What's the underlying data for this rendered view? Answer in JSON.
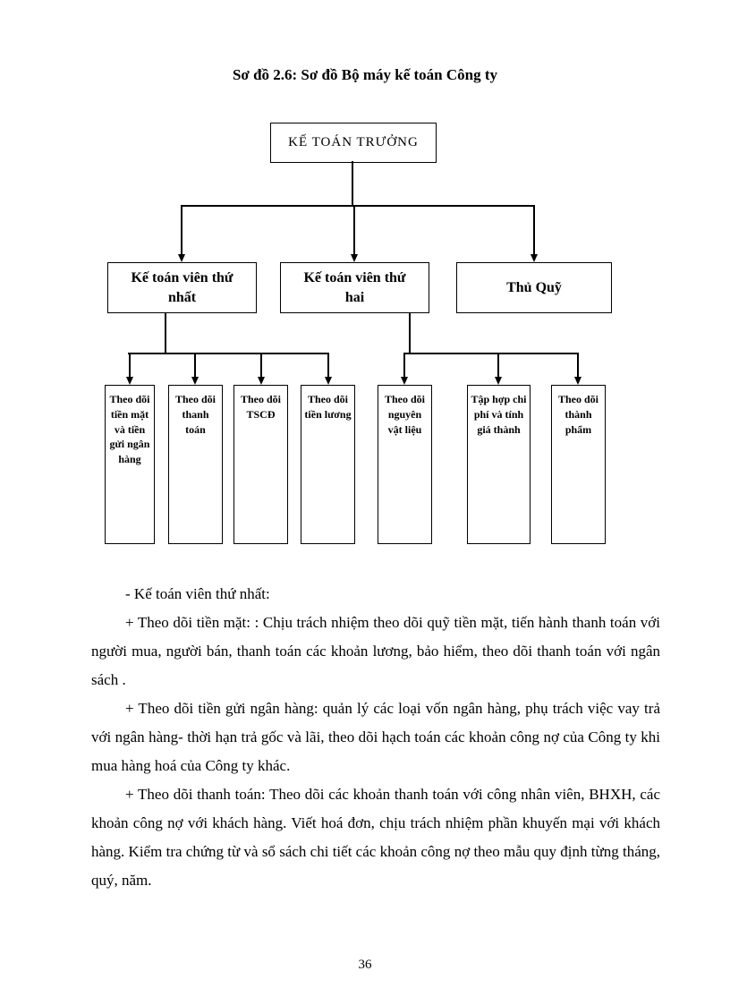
{
  "page": {
    "title": "Sơ đồ 2.6:  Sơ đồ Bộ máy kế toán Công ty",
    "page_number": "36"
  },
  "diagram": {
    "root": "KẾ TOÁN TRƯỞNG",
    "level2": [
      "Kế toán viên thứ nhất",
      "Kế toán viên thứ hai",
      "Thủ Quỹ"
    ],
    "level3": [
      "Theo dõi tiền mặt và tiền gửi ngân hàng",
      "Theo dõi thanh toán",
      "Theo dõi TSCĐ",
      "Theo dõi tiền lương",
      "Theo dõi nguyên vật liệu",
      "Tập hợp chi phí và tính giá thành",
      "Theo dõi thành phẩm"
    ]
  },
  "body": {
    "paragraphs": [
      "- Kế toán viên thứ nhất:",
      "+ Theo dõi tiền mặt: : Chịu trách nhiệm theo dõi quỹ tiền mặt, tiến hành thanh toán với người mua, người bán, thanh toán các khoản lương, bảo hiểm, theo dõi thanh toán với ngân sách .",
      "+ Theo dõi tiền gửi ngân hàng: quản lý các loại vốn ngân hàng, phụ trách việc vay trả với ngân hàng- thời hạn trả gốc và lãi, theo dõi hạch toán các khoản công nợ của Công ty khi mua hàng hoá của Công ty khác.",
      "+ Theo dõi thanh toán: Theo dõi các khoản thanh toán với công nhân viên, BHXH, các khoản công nợ với khách hàng. Viết hoá đơn, chịu trách nhiệm phần khuyến mại với khách hàng. Kiểm tra chứng từ và sổ sách chi tiết các khoản công nợ theo mẫu quy định từng tháng, quý, năm."
    ]
  }
}
